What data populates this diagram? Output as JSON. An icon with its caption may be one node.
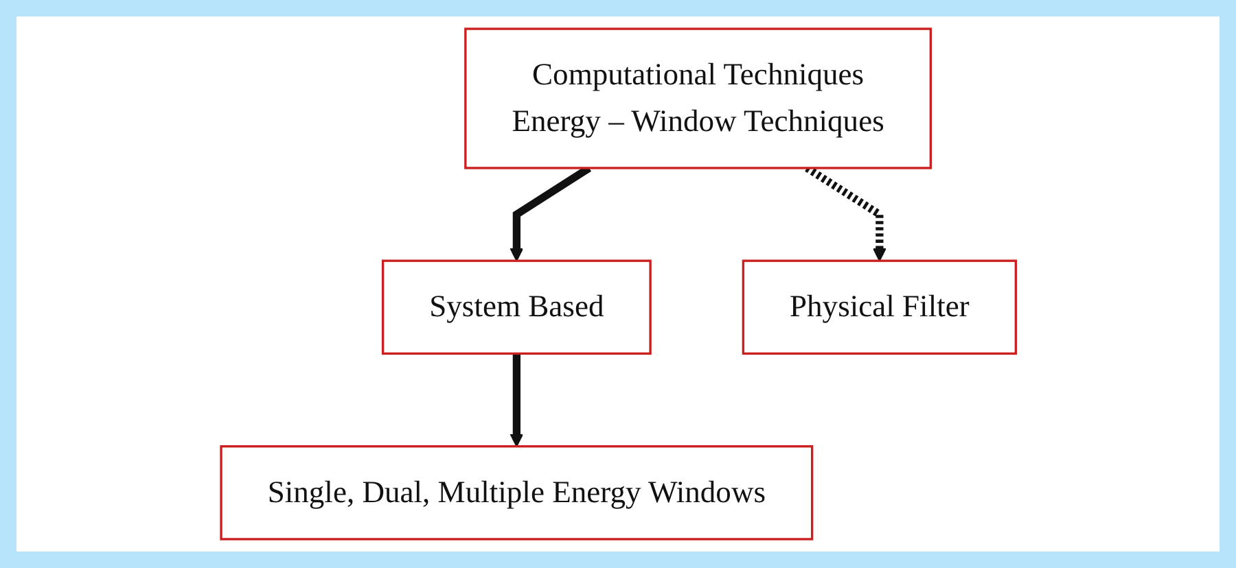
{
  "diagram": {
    "nodes": [
      {
        "text": [
          "Computational Techniques",
          "Energy – Window Techniques"
        ]
      },
      {
        "text": [
          "System Based"
        ]
      },
      {
        "text": [
          "Physical Filter"
        ]
      },
      {
        "text": [
          "Single, Dual, Multiple Energy Windows"
        ]
      }
    ],
    "edges": [
      {
        "from": 0,
        "to": 1,
        "arrow": "to"
      },
      {
        "from": 0,
        "to": 2,
        "arrow": "to",
        "style": "dashed"
      },
      {
        "from": 1,
        "to": 3,
        "arrow": "to"
      }
    ]
  }
}
